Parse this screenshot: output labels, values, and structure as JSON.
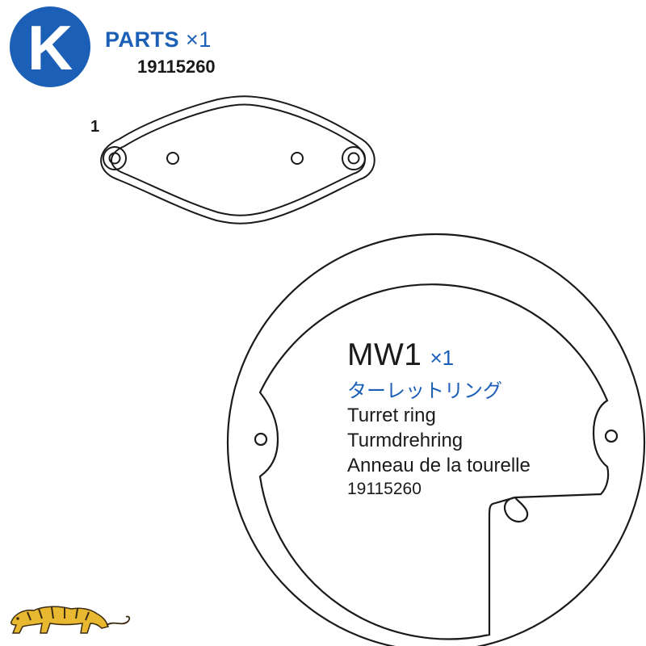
{
  "header": {
    "badge_letter": "K",
    "title": "PARTS",
    "quantity": "×1",
    "code": "19115260"
  },
  "part_label": "1",
  "turret_ring": {
    "code": "MW1",
    "quantity": "×1",
    "name_jp": "ターレットリング",
    "name_en": "Turret ring",
    "name_de": "Turmdrehring",
    "name_fr": "Anneau de la tourelle",
    "part_number": "19115260"
  },
  "colors": {
    "brand_blue": "#1b5fb6",
    "line": "#1a1a1a",
    "logo_yellow": "#e8b830"
  },
  "icons": {
    "logo": "tiger-logo-icon"
  }
}
